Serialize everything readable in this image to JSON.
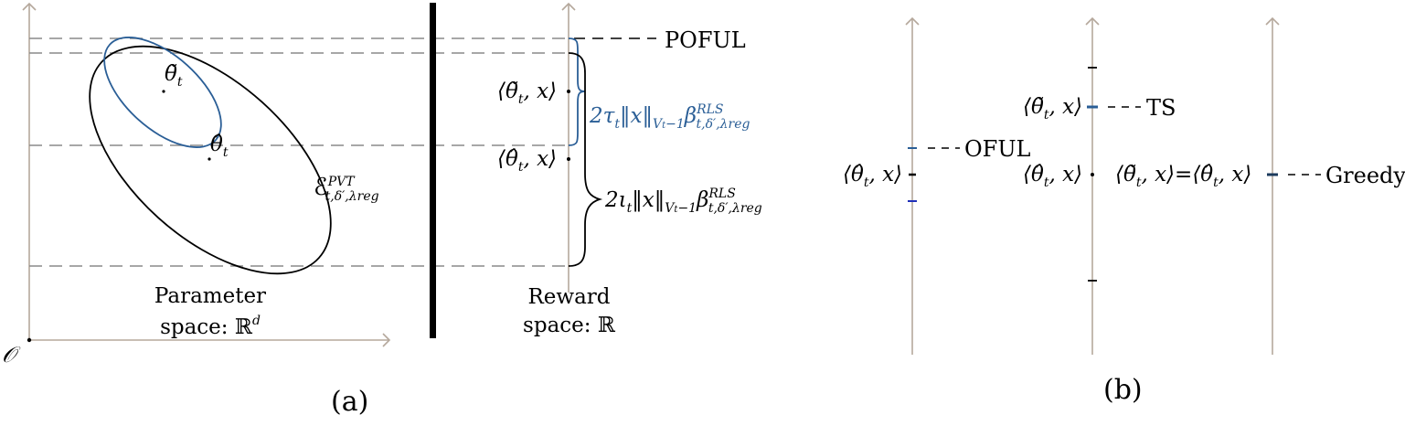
{
  "figure": {
    "panels": [
      {
        "id": "a",
        "caption": "(a)",
        "parameter_space": {
          "label_line1": "Parameter",
          "label_line2": "space: ℝ",
          "label_sup": "d",
          "origin_label": "𝒪",
          "ellipse_black_label": "ℰ",
          "ellipse_black_sup": "PVT",
          "ellipse_black_sub": "t,δ′,λreg",
          "theta_tilde": "θ̃",
          "theta_hat": "θ̂",
          "theta_sub": "t"
        },
        "reward_space": {
          "label_line1": "Reward",
          "label_line2": "space: ℝ",
          "pofUL_label": "POFUL",
          "tilde_inner": "⟨θ̃",
          "hat_inner": "⟨θ̂",
          "inner_tail": ", x⟩",
          "sub_t": "t",
          "blue_bound": "2τ",
          "black_bound": "2ι",
          "bound_mid": "‖x‖",
          "bound_norm_sub": "V",
          "bound_norm_sub_t": "t",
          "bound_norm_sup": "−1",
          "beta": "β",
          "beta_sup": "RLS",
          "beta_sub": "t,δ′,λreg"
        }
      },
      {
        "id": "b",
        "caption": "(b)",
        "algorithms": [
          {
            "name": "OFUL",
            "left_label": "⟨θ̂",
            "left_tail": ", x⟩"
          },
          {
            "name": "TS",
            "top_label": "⟨θ̃",
            "bottom_label": "⟨θ̂",
            "tail": ", x⟩"
          },
          {
            "name": "Greedy",
            "label_a": "⟨θ̃",
            "label_b": "⟨θ̂",
            "eq": "=",
            "tail": ", x⟩"
          }
        ]
      }
    ],
    "colors": {
      "axis": "#b5a89c",
      "dash": "#8a8a8a",
      "blue": "#2a5e96",
      "black": "#000000",
      "tick_blue": "#1f2fb8"
    }
  }
}
